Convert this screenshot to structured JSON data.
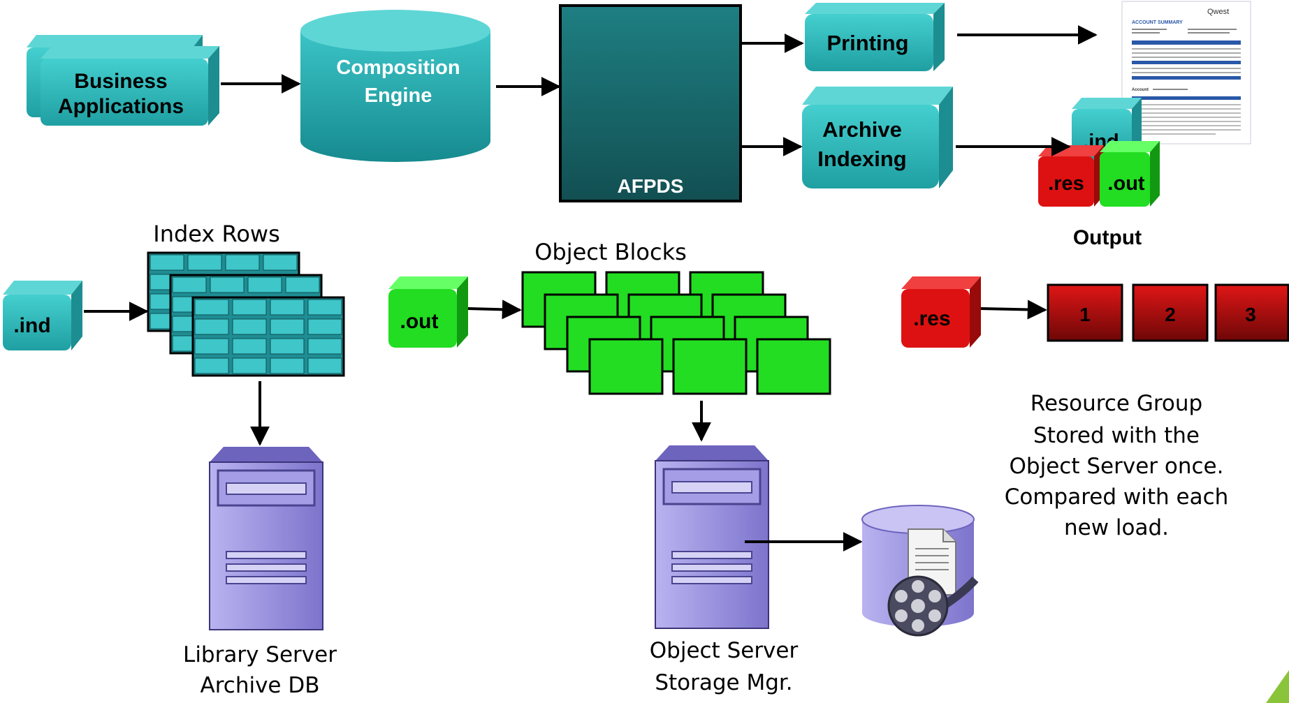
{
  "nodes": {
    "business_apps": [
      "Business",
      "Applications"
    ],
    "composition_engine": [
      "Composition",
      "Engine"
    ],
    "afpds": "AFPDS",
    "printing": "Printing",
    "archive_indexing": [
      "Archive",
      "Indexing"
    ]
  },
  "files": {
    "ind": ".ind",
    "out": ".out",
    "res": ".res"
  },
  "labels": {
    "index_rows": "Index Rows",
    "object_blocks": "Object Blocks",
    "output": "Output",
    "library_server": [
      "Library Server",
      "Archive DB"
    ],
    "object_server": [
      "Object Server",
      "Storage Mgr."
    ],
    "resource_group": [
      "Resource Group",
      "Stored with the",
      "Object Server once.",
      "Compared with each",
      "new load."
    ]
  },
  "resource_blocks": [
    "1",
    "2",
    "3"
  ],
  "statement": {
    "brand": "Qwest",
    "heading": "ACCOUNT SUMMARY",
    "account_label": "Account"
  },
  "colors": {
    "teal_front": "#33bdbd",
    "teal_top": "#5fd6d6",
    "teal_side": "#1c8d91",
    "afpds_box": "#1b6b6e",
    "green": "#22dd22",
    "red": "#dd1111",
    "server": "#8c84d6"
  }
}
